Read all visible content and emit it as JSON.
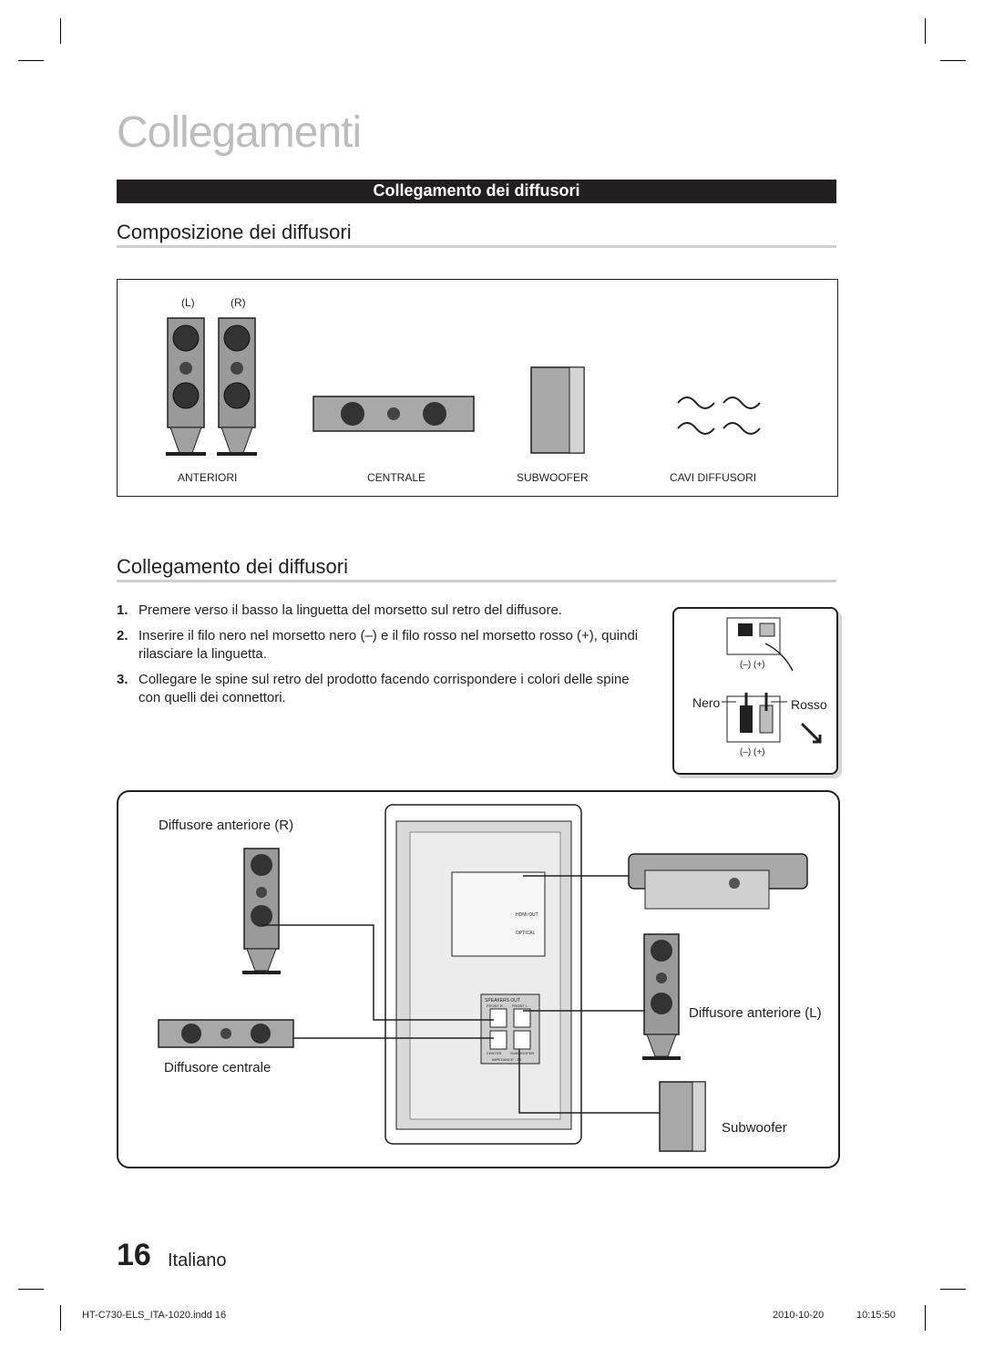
{
  "chapter_title": "Collegamenti",
  "section_bar": "Collegamento dei diffusori",
  "composition": {
    "heading": "Composizione dei diffusori",
    "lr_left": "(L)",
    "lr_right": "(R)",
    "items": [
      "ANTERIORI",
      "CENTRALE",
      "SUBWOOFER",
      "CAVI DIFFUSORI"
    ]
  },
  "connection": {
    "heading": "Collegamento dei diffusori",
    "steps": [
      {
        "num": "1.",
        "text": "Premere verso il basso la linguetta del morsetto sul retro del diffusore."
      },
      {
        "num": "2.",
        "text": "Inserire il filo nero nel morsetto nero (–) e il filo rosso nel morsetto rosso (+), quindi rilasciare la linguetta."
      },
      {
        "num": "3.",
        "text": "Collegare le spine sul retro del prodotto facendo corrispondere i colori delle spine con quelli dei connettori."
      }
    ],
    "inset": {
      "polarity_top": "(–)  (+)",
      "polarity_bottom": "(–)  (+)",
      "black_label": "Nero",
      "red_label": "Rosso"
    }
  },
  "diagram": {
    "front_right": "Diffusore anteriore (R)",
    "center": "Diffusore centrale",
    "front_left": "Diffusore anteriore (L)",
    "subwoofer": "Subwoofer",
    "panel_speakers_out": "SPEAKERS OUT",
    "panel_front_r": "FRONT R",
    "panel_front_l": "FRONT L",
    "panel_center": "CENTER",
    "panel_subwoofer": "SUBWOOFER",
    "panel_impedance": "IMPEDANCE : 3Ω",
    "panel_optical": "OPTICAL",
    "panel_hdmi_out": "HDMI OUT"
  },
  "page": {
    "number": "16",
    "language": "Italiano"
  },
  "footer": {
    "file": "HT-C730-ELS_ITA-1020.indd   16",
    "date": "2010-10-20",
    "time": "10:15:50"
  }
}
